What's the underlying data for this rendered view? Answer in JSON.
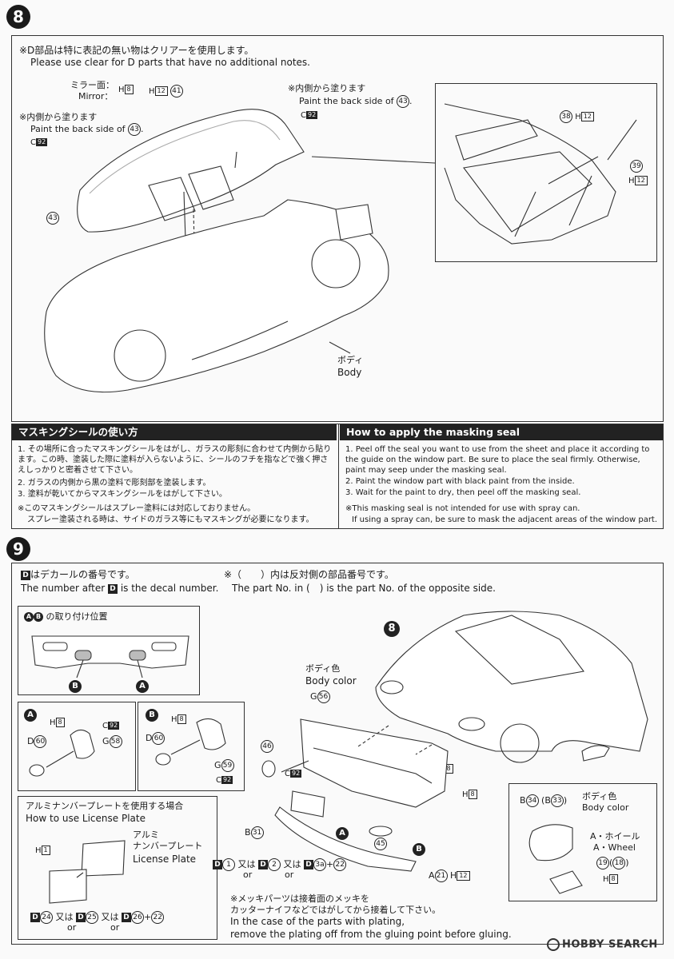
{
  "step8": {
    "number": "8",
    "note_jp": "※D部品は特に表記の無い物はクリアーを使用します。",
    "note_en": "Please use clear for D parts that have no additional notes.",
    "mirror_jp": "ミラー面：",
    "mirror_en": "Mirror：",
    "paint_back_jp": "※内側から塗ります",
    "paint_back_en": "Paint the back side of",
    "part43": "43",
    "part41": "41",
    "part38": "38",
    "part39": "39",
    "paint_H8": "H",
    "code8": "8",
    "code12": "12",
    "code92": "92",
    "body_jp": "ボディ",
    "body_en": "Body"
  },
  "masking": {
    "title_jp": "マスキングシールの使い方",
    "title_en": "How to apply the masking seal",
    "jp_1": "1. その場所に合ったマスキングシールをはがし、ガラスの彫刻に合わせて内側から貼ります。この時、塗装した際に塗料が入らないように、シールのフチを指などで強く押さえしっかりと密着させて下さい。",
    "jp_2": "2. ガラスの内側から黒の塗料で彫刻部を塗装します。",
    "jp_3": "3. 塗料が乾いてからマスキングシールをはがして下さい。",
    "jp_note1": "※このマスキングシールはスプレー塗料には対応しておりません。",
    "jp_note2": "スプレー塗装される時は、サイドのガラス等にもマスキングが必要になります。",
    "en_1": "1. Peel off the seal you want to use from the sheet and place it according to the guide on the window part. Be sure to place the seal firmly. Otherwise, paint may seep under the masking seal.",
    "en_2": "2. Paint the window part with black paint from the inside.",
    "en_3": "3. Wait for the paint to dry, then peel off the masking seal.",
    "en_note1": "※This masking seal is not intended for use with spray can.",
    "en_note2": "If using a spray can, be sure to mask the adjacent areas of the window part."
  },
  "step9": {
    "number": "9",
    "decal_jp": "はデカールの番号です。",
    "decal_en_a": "The number after",
    "decal_en_b": "is the decal number.",
    "opp_jp": "※（　　）内は反対側の部品番号です。",
    "opp_en": "The part No. in (　) is the part No. of the opposite side.",
    "ab_pos_jp": "の取り付け位置",
    "label_A": "A",
    "label_B": "B",
    "label_D": "D",
    "bodycolor_jp": "ボディ色",
    "bodycolor_en": "Body color",
    "g56": "G",
    "n56": "56",
    "n60": "60",
    "n58": "58",
    "n59": "59",
    "n46": "46",
    "n31": "31",
    "n21": "21",
    "n45": "45",
    "n34": "34",
    "n33": "33",
    "n19": "19",
    "n18": "18",
    "license_jp": "アルミナンバープレートを使用する場合",
    "license_en": "How to use License Plate",
    "alu_jp1": "アルミ",
    "alu_jp2": "ナンバープレート",
    "alu_en": "License Plate",
    "or_jp": "又は",
    "or_en": "or",
    "wheel_jp": "A・ホイール",
    "wheel_en": "A・Wheel",
    "plating_jp1": "※メッキパーツは接着面のメッキを",
    "plating_jp2": "カッターナイフなどではがしてから接着して下さい。",
    "plating_en1": "In the case of the parts with plating,",
    "plating_en2": "remove the plating off from the gluing point before gluing.",
    "watermark": "HOBBY SEARCH"
  }
}
